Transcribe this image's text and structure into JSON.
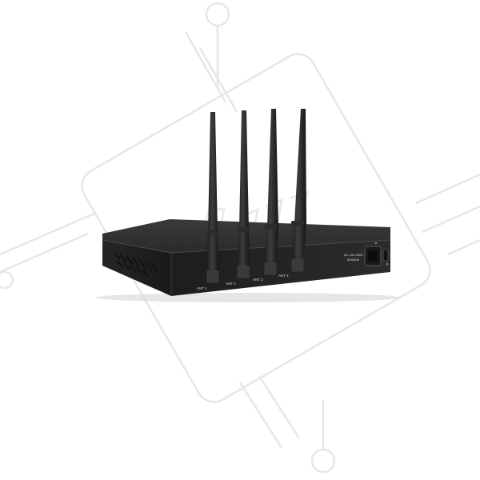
{
  "scene": {
    "subject": "router-with-four-antennas",
    "background_color": "#ffffff",
    "device_color": "#2b2b2d",
    "watermark_color": "#e6e6e6"
  },
  "antenna_labels": [
    "ANT 1",
    "ANT 2",
    "ANT 3",
    "ANT 4"
  ],
  "power": {
    "line1": "AC 100-240V",
    "line2": "50/60Hz"
  }
}
